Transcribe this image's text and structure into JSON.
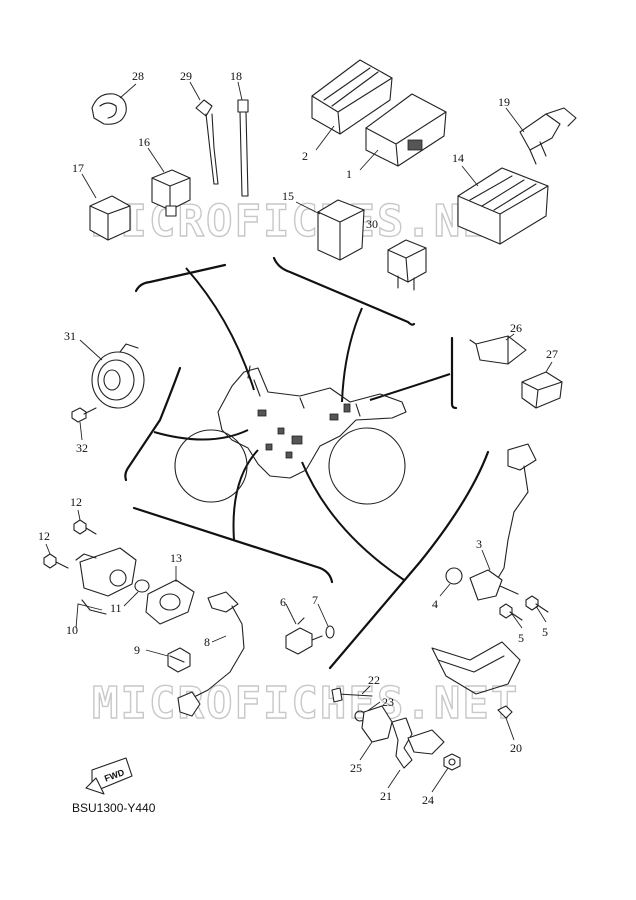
{
  "diagram": {
    "code": "BSU1300-Y440",
    "fwd_label": "FWD",
    "watermark": "MICROFICHES.NET",
    "callouts": {
      "c1": "1",
      "c2": "2",
      "c3": "3",
      "c4": "4",
      "c5a": "5",
      "c5b": "5",
      "c6": "6",
      "c7": "7",
      "c8": "8",
      "c9": "9",
      "c10": "10",
      "c11": "11",
      "c12a": "12",
      "c12b": "12",
      "c13": "13",
      "c14": "14",
      "c15": "15",
      "c16": "16",
      "c17": "17",
      "c18": "18",
      "c19": "19",
      "c20": "20",
      "c21": "21",
      "c22": "22",
      "c23": "23",
      "c24": "24",
      "c25": "25",
      "c26": "26",
      "c27": "27",
      "c28": "28",
      "c29": "29",
      "c30": "30",
      "c31": "31",
      "c32": "32"
    }
  }
}
